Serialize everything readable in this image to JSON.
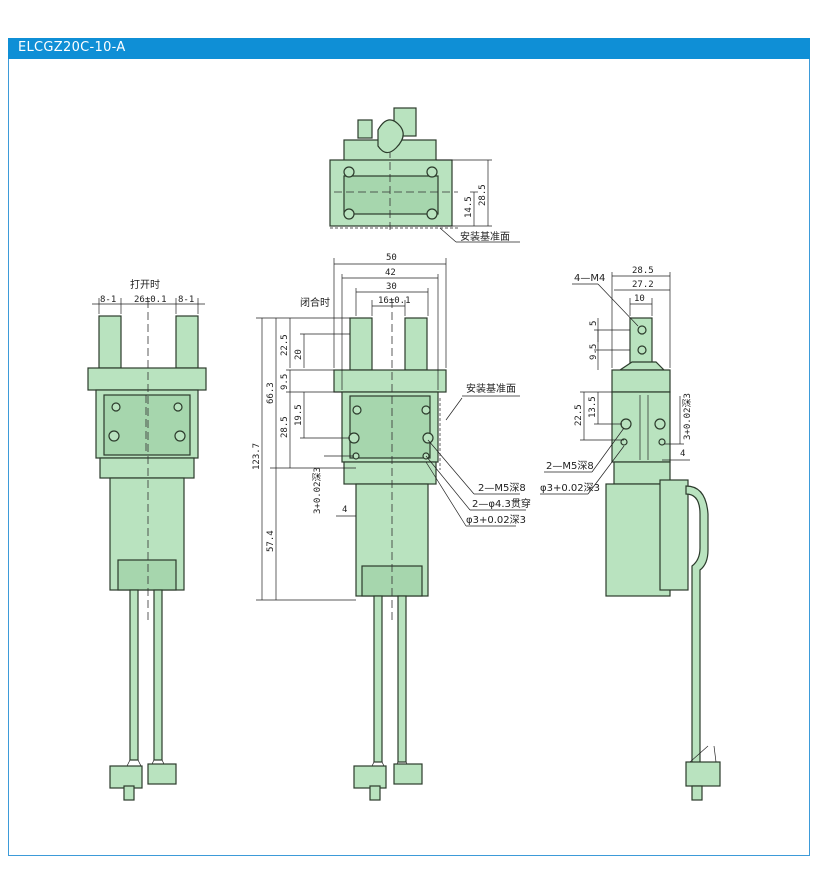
{
  "header": {
    "title": "ELCGZ20C-10-A"
  },
  "colors": {
    "accent": "#0f8fd6",
    "part_fill": "#b9e3bf",
    "part_stroke": "#2c3b2c"
  },
  "top_view": {
    "dim_28_5": "28.5",
    "dim_14_5": "14.5",
    "mount_surface": "安装基准面"
  },
  "left_view": {
    "open_label": "打开时",
    "dim_left": "8-1",
    "dim_center": "26±0.1",
    "dim_right": "8-1"
  },
  "front_view": {
    "closed_label": "闭合时",
    "dim_50": "50",
    "dim_42": "42",
    "dim_30": "30",
    "dim_16": "16±0.1",
    "dim_22_5": "22.5",
    "dim_20": "20",
    "dim_66_3": "66.3",
    "dim_9_5": "9.5",
    "dim_19_5": "19.5",
    "dim_28_5": "28.5",
    "dim_123_7": "123.7",
    "dim_57_4": "57.4",
    "dim_4": "4",
    "dim_pin": "3+0.02深3",
    "mount_surface": "安装基准面",
    "note_m5": "2—M5深8",
    "note_thru": "2—φ4.3贯穿",
    "note_pin": "φ3+0.02深3"
  },
  "side_view": {
    "note_m4": "4—M4",
    "dim_28_5": "28.5",
    "dim_27_2": "27.2",
    "dim_10": "10",
    "dim_5": "5",
    "dim_9_5": "9.5",
    "dim_22_5": "22.5",
    "dim_13_5": "13.5",
    "dim_pin_v": "3+0.02深3",
    "dim_4": "4",
    "note_m5": "2—M5深8",
    "note_pin": "φ3+0.02深3"
  }
}
